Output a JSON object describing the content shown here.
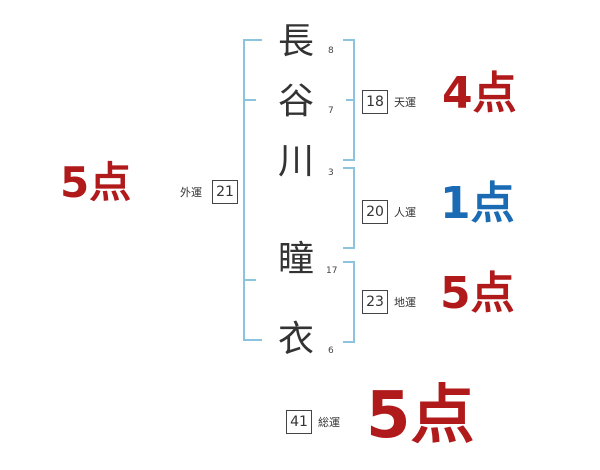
{
  "colors": {
    "bracket": "#8cc4e0",
    "red": "#b01a1a",
    "blue": "#1a6ab4",
    "text": "#333333"
  },
  "name": {
    "chars": [
      {
        "char": "長",
        "strokes": "8"
      },
      {
        "char": "谷",
        "strokes": "7"
      },
      {
        "char": "川",
        "strokes": "3"
      },
      {
        "char": "瞳",
        "strokes": "17"
      },
      {
        "char": "衣",
        "strokes": "6"
      }
    ]
  },
  "fortunes": {
    "gaiun": {
      "label": "外運",
      "value": "21",
      "score": "5点",
      "color": "red"
    },
    "tenun": {
      "label": "天運",
      "value": "18",
      "score": "4点",
      "color": "red"
    },
    "jinun": {
      "label": "人運",
      "value": "20",
      "score": "1点",
      "color": "blue"
    },
    "chiun": {
      "label": "地運",
      "value": "23",
      "score": "5点",
      "color": "red"
    },
    "souun": {
      "label": "総運",
      "value": "41",
      "score": "5点",
      "color": "red"
    }
  }
}
